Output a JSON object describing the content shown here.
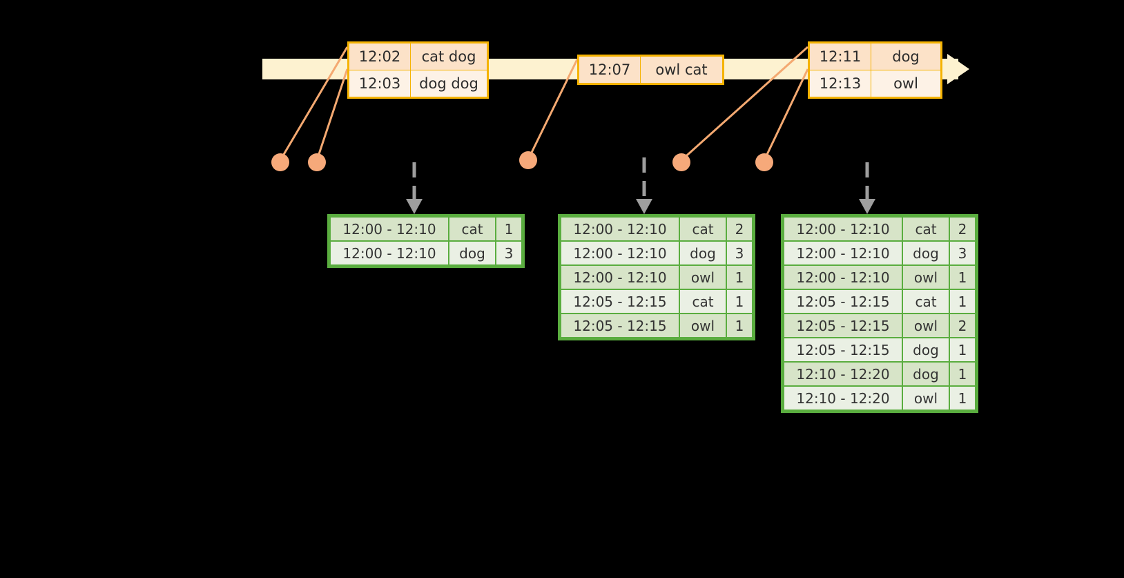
{
  "colors": {
    "background": "#000000",
    "timeline_fill": "#fdf2d0",
    "event_border": "#f5b301",
    "event_fill_dark": "#fce2c8",
    "event_fill_light": "#fdf2e6",
    "connector": "#f4a971",
    "dot": "#f6a97a",
    "result_border": "#5aad3f",
    "result_fill_dark": "#d7e4c8",
    "result_fill_light": "#eaf0e4",
    "arrow_gray": "#9e9e9e"
  },
  "timeline": {
    "name": "event-stream-timeline",
    "events": [
      {
        "group": "group-1",
        "rows": [
          {
            "time": "12:02",
            "words": "cat dog"
          },
          {
            "time": "12:03",
            "words": "dog dog"
          }
        ]
      },
      {
        "group": "group-2",
        "rows": [
          {
            "time": "12:07",
            "words": "owl cat"
          }
        ]
      },
      {
        "group": "group-3",
        "rows": [
          {
            "time": "12:11",
            "words": "dog"
          },
          {
            "time": "12:13",
            "words": "owl"
          }
        ]
      }
    ]
  },
  "results": [
    {
      "name": "result-table-1",
      "rows": [
        {
          "window": "12:00 - 12:10",
          "word": "cat",
          "count": "1"
        },
        {
          "window": "12:00 - 12:10",
          "word": "dog",
          "count": "3"
        }
      ]
    },
    {
      "name": "result-table-2",
      "rows": [
        {
          "window": "12:00 - 12:10",
          "word": "cat",
          "count": "2"
        },
        {
          "window": "12:00 - 12:10",
          "word": "dog",
          "count": "3"
        },
        {
          "window": "12:00 - 12:10",
          "word": "owl",
          "count": "1"
        },
        {
          "window": "12:05 - 12:15",
          "word": "cat",
          "count": "1"
        },
        {
          "window": "12:05 - 12:15",
          "word": "owl",
          "count": "1"
        }
      ]
    },
    {
      "name": "result-table-3",
      "rows": [
        {
          "window": "12:00 - 12:10",
          "word": "cat",
          "count": "2"
        },
        {
          "window": "12:00 - 12:10",
          "word": "dog",
          "count": "3"
        },
        {
          "window": "12:00 - 12:10",
          "word": "owl",
          "count": "1"
        },
        {
          "window": "12:05 - 12:15",
          "word": "cat",
          "count": "1"
        },
        {
          "window": "12:05 - 12:15",
          "word": "owl",
          "count": "2"
        },
        {
          "window": "12:05 - 12:15",
          "word": "dog",
          "count": "1"
        },
        {
          "window": "12:10 - 12:20",
          "word": "dog",
          "count": "1"
        },
        {
          "window": "12:10 - 12:20",
          "word": "owl",
          "count": "1"
        }
      ]
    }
  ]
}
